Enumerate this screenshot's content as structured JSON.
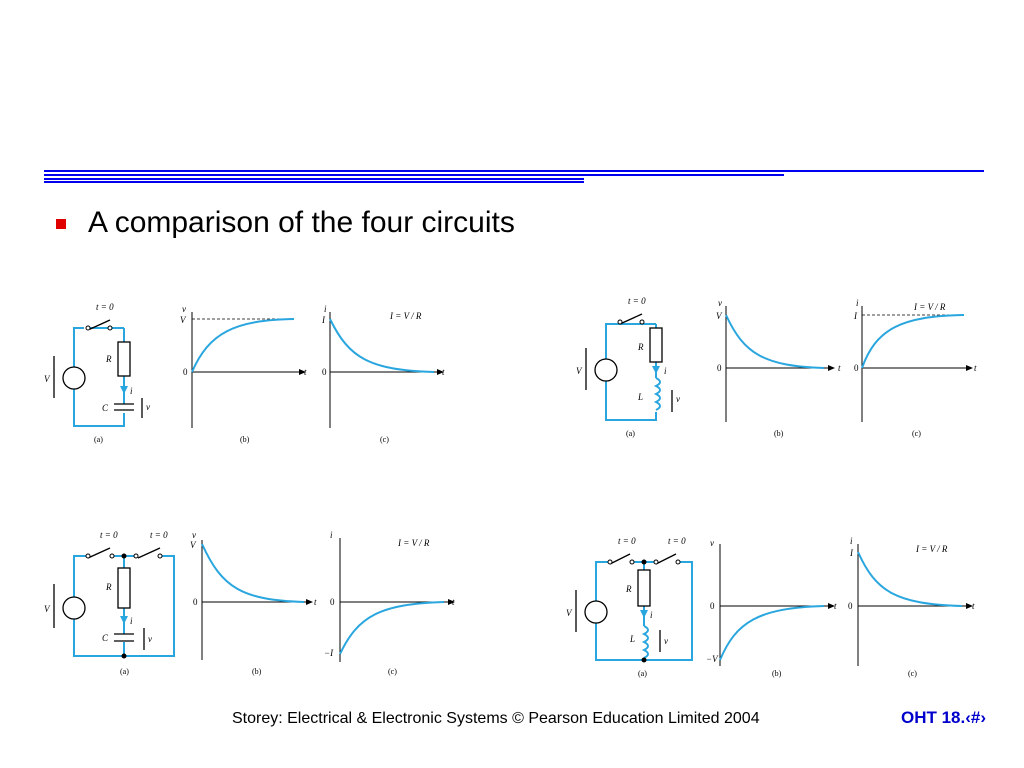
{
  "slide": {
    "bullet": "A comparison of the four circuits",
    "footer": "Storey: Electrical & Electronic Systems © Pearson Education Limited 2004",
    "slide_number": "OHT 18.‹#›"
  },
  "colors": {
    "rule": "#0000ee",
    "bullet": "#e00000",
    "wire": "#2aa6df",
    "curve": "#2aa6df",
    "page_number": "#0000cc"
  },
  "labels": {
    "t0": "t = 0",
    "V": "V",
    "R": "R",
    "C": "C",
    "L": "L",
    "i": "i",
    "v": "v",
    "I": "I",
    "t": "t",
    "zero": "0",
    "IVR": "I = V / R",
    "minusI": "−I",
    "minusV": "−V",
    "a": "(a)",
    "b": "(b)",
    "c": "(c)"
  },
  "panels": [
    {
      "id": "rc-charge",
      "element": "C",
      "switches": 1,
      "v_curve": "rise",
      "i_curve": "decay",
      "v_dashed_asymptote": true,
      "i_dashed_asymptote": false
    },
    {
      "id": "rl-charge",
      "element": "L",
      "switches": 1,
      "v_curve": "decay",
      "i_curve": "rise",
      "v_dashed_asymptote": false,
      "i_dashed_asymptote": true
    },
    {
      "id": "rc-discharge",
      "element": "C",
      "switches": 2,
      "v_curve": "decay",
      "i_curve": "neg-rise",
      "v_dashed_asymptote": false,
      "i_dashed_asymptote": false
    },
    {
      "id": "rl-discharge",
      "element": "L",
      "switches": 2,
      "v_curve": "neg-rise",
      "i_curve": "decay",
      "v_dashed_asymptote": false,
      "i_dashed_asymptote": false
    }
  ]
}
